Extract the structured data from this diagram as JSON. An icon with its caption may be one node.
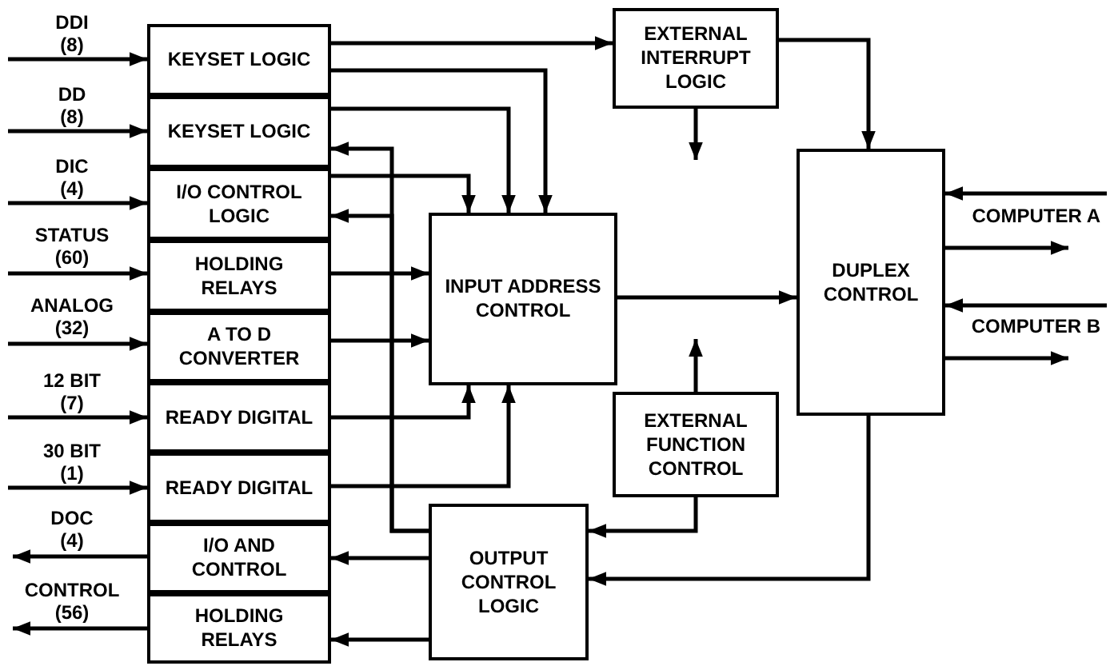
{
  "diagram": {
    "nodes": [
      {
        "text": [
          "KEYSET LOGIC"
        ]
      },
      {
        "text": [
          "KEYSET LOGIC"
        ]
      },
      {
        "text": [
          "I/O CONTROL LOGIC"
        ]
      },
      {
        "text": [
          "HOLDING RELAYS"
        ]
      },
      {
        "text": [
          "A TO D CONVERTER"
        ]
      },
      {
        "text": [
          "READY DIGITAL"
        ]
      },
      {
        "text": [
          "READY DIGITAL"
        ]
      },
      {
        "text": [
          "I/O AND CONTROL"
        ]
      },
      {
        "text": [
          "HOLDING RELAYS"
        ]
      },
      {
        "text": [
          "INPUT ADDRESS CONTROL"
        ]
      },
      {
        "text": [
          "EXTERNAL INTERRUPT LOGIC"
        ]
      },
      {
        "text": [
          "DUPLEX CONTROL"
        ]
      },
      {
        "text": [
          "EXTERNAL FUNCTION CONTROL"
        ]
      },
      {
        "text": [
          "OUTPUT CONTROL LOGIC"
        ]
      }
    ],
    "edges": [
      {
        "from": null,
        "to": 0,
        "arrow": "to",
        "label": "DDI (8)"
      },
      {
        "from": null,
        "to": 1,
        "arrow": "to",
        "label": "DD (8)"
      },
      {
        "from": null,
        "to": 2,
        "arrow": "to",
        "label": "DIC (4)"
      },
      {
        "from": null,
        "to": 3,
        "arrow": "to",
        "label": "STATUS (60)"
      },
      {
        "from": null,
        "to": 4,
        "arrow": "to",
        "label": "ANALOG (32)"
      },
      {
        "from": null,
        "to": 5,
        "arrow": "to",
        "label": "12 BIT (7)"
      },
      {
        "from": null,
        "to": 6,
        "arrow": "to",
        "label": "30 BIT (1)"
      },
      {
        "from": 7,
        "to": null,
        "arrow": "to",
        "label": "DOC (4)"
      },
      {
        "from": 8,
        "to": null,
        "arrow": "to",
        "label": "CONTROL (56)"
      },
      {
        "from": 0,
        "to": 10,
        "arrow": "to"
      },
      {
        "from": 0,
        "to": 9,
        "arrow": "to"
      },
      {
        "from": 1,
        "to": 9,
        "arrow": "to"
      },
      {
        "from": 2,
        "to": 9,
        "arrow": "to"
      },
      {
        "from": 3,
        "to": 9,
        "arrow": "to"
      },
      {
        "from": 4,
        "to": 9,
        "arrow": "to"
      },
      {
        "from": 5,
        "to": 9,
        "arrow": "to"
      },
      {
        "from": 6,
        "to": 9,
        "arrow": "to"
      },
      {
        "from": 13,
        "to": 1,
        "arrow": "to"
      },
      {
        "from": 13,
        "to": 2,
        "arrow": "to"
      },
      {
        "from": 13,
        "to": 7,
        "arrow": "to"
      },
      {
        "from": 13,
        "to": 8,
        "arrow": "to"
      },
      {
        "from": 9,
        "to": 11,
        "arrow": "to"
      },
      {
        "from": 10,
        "to": 11,
        "arrow": "to"
      },
      {
        "from": 10,
        "to": null,
        "arrow": "to"
      },
      {
        "from": 12,
        "to": null,
        "arrow": "to"
      },
      {
        "from": 12,
        "to": 13,
        "arrow": "to"
      },
      {
        "from": 11,
        "to": 13,
        "arrow": "to"
      },
      {
        "from": null,
        "to": 11,
        "arrow": "to"
      },
      {
        "from": 11,
        "to": null,
        "arrow": "to",
        "label": "COMPUTER A"
      },
      {
        "from": null,
        "to": 11,
        "arrow": "to"
      },
      {
        "from": 11,
        "to": null,
        "arrow": "to",
        "label": "COMPUTER B"
      }
    ]
  }
}
